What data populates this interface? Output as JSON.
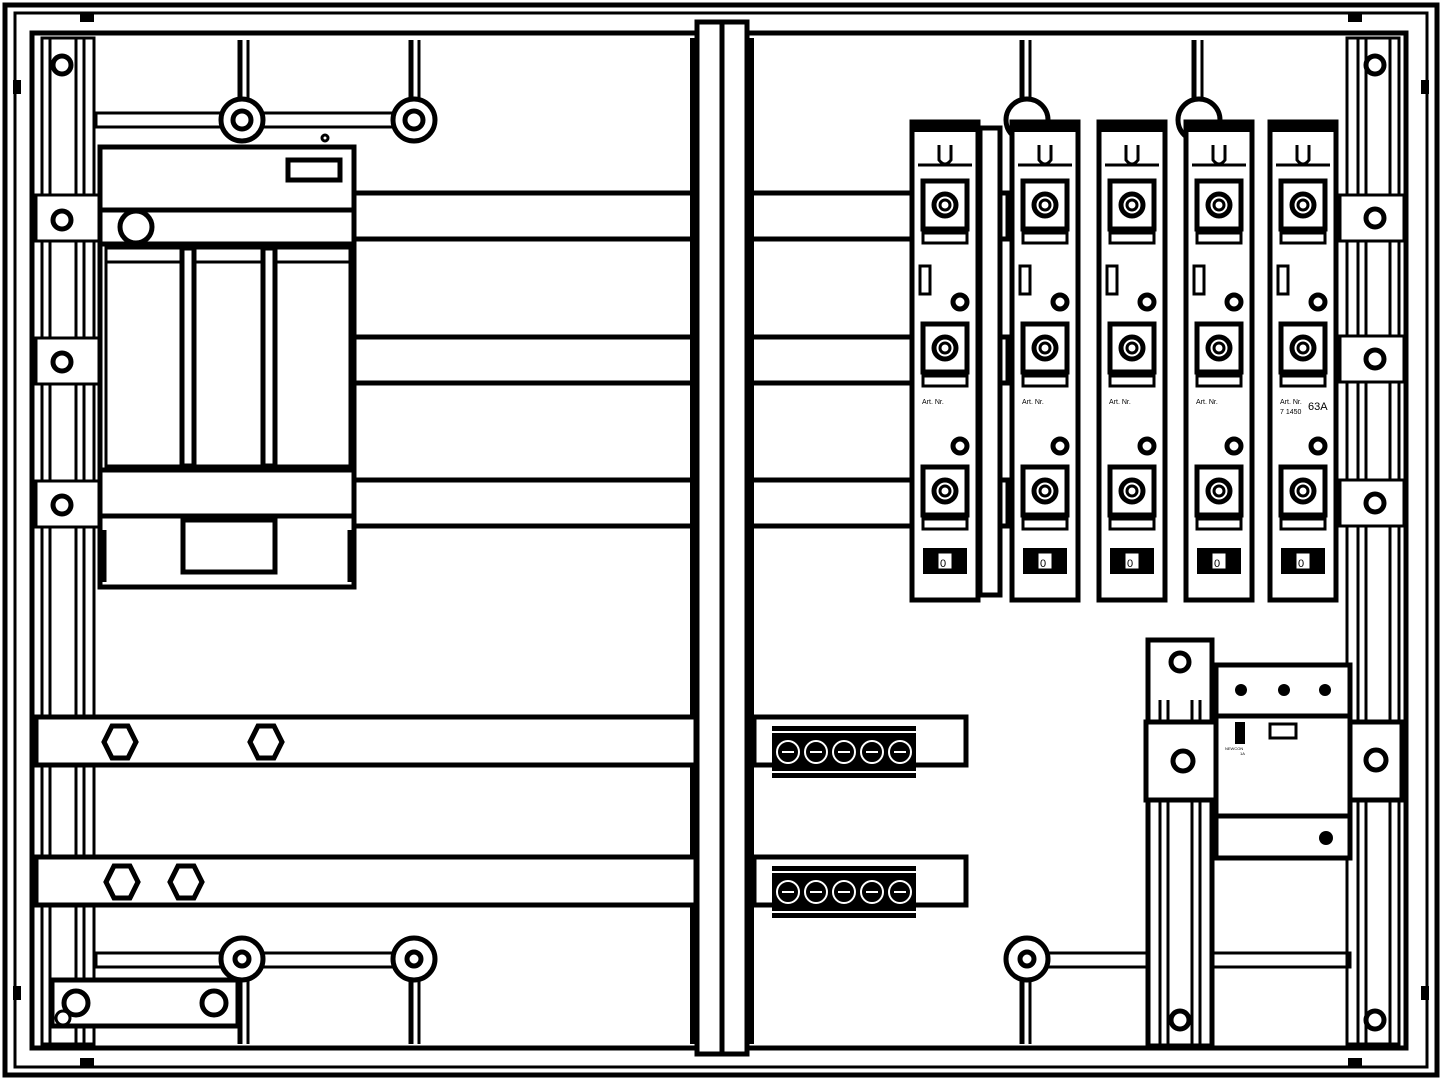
{
  "fuse_labels": {
    "art_nr": "Art. Nr.",
    "art_number": "7 1450",
    "rating": "63A",
    "position_zero": "0"
  },
  "device_brand": "NEWCON",
  "device_model": "1A",
  "colors": {
    "line": "#000000",
    "fill": "#ffffff"
  }
}
